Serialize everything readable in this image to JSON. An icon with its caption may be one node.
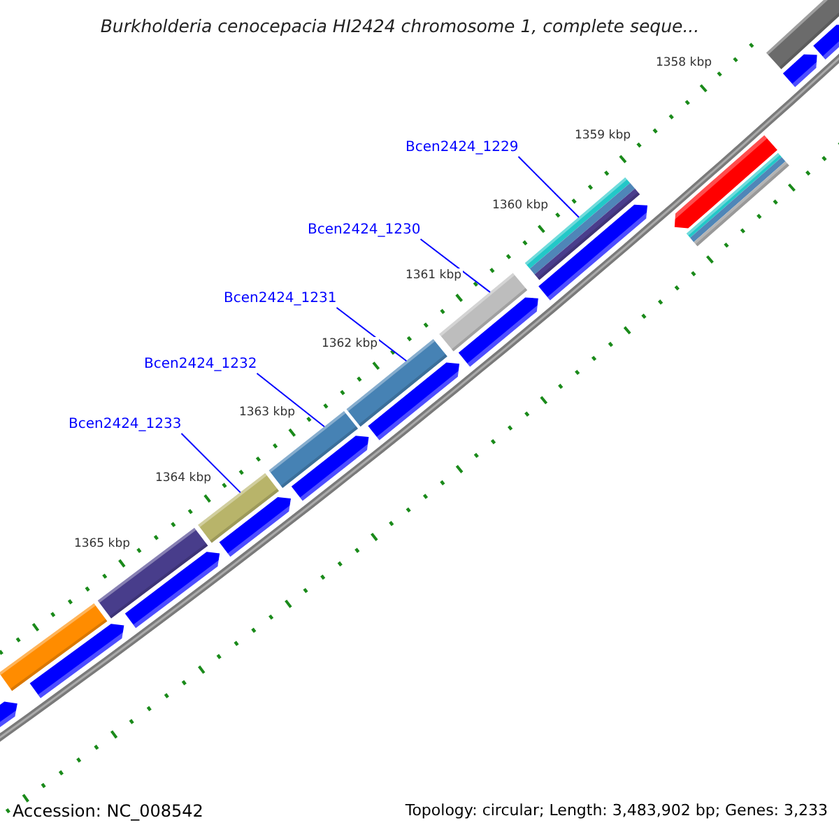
{
  "diagram": {
    "title": "Burkholderia cenocepacia HI2424 chromosome 1, complete seque...",
    "nodes": [
      {
        "text": [
          "Bcen2424_1229"
        ]
      },
      {
        "text": [
          "Bcen2424_1230"
        ]
      },
      {
        "text": [
          "Bcen2424_1231"
        ]
      },
      {
        "text": [
          "Bcen2424_1232"
        ]
      },
      {
        "text": [
          "Bcen2424_1233"
        ]
      },
      {
        "text": [],
        "shape": "bar"
      },
      {
        "text": [],
        "shape": "bar"
      },
      {
        "text": [],
        "shape": "bar"
      },
      {
        "text": [],
        "shape": "bar"
      },
      {
        "text": [],
        "shape": "bar"
      }
    ],
    "edges": [
      {
        "from": 0,
        "to": 5,
        "arrow": "none"
      },
      {
        "from": 1,
        "to": 6,
        "arrow": "none"
      },
      {
        "from": 2,
        "to": 7,
        "arrow": "none"
      },
      {
        "from": 3,
        "to": 8,
        "arrow": "none"
      },
      {
        "from": 4,
        "to": 9,
        "arrow": "none"
      }
    ],
    "labels": [
      "1358 kbp",
      "1359 kbp",
      "1360 kbp",
      "1361 kbp",
      "1362 kbp",
      "1363 kbp",
      "1364 kbp",
      "1365 kbp",
      "Accession: NC_008542",
      "Topology: circular; Length: 3,483,902 bp; Genes: 3,233"
    ]
  }
}
